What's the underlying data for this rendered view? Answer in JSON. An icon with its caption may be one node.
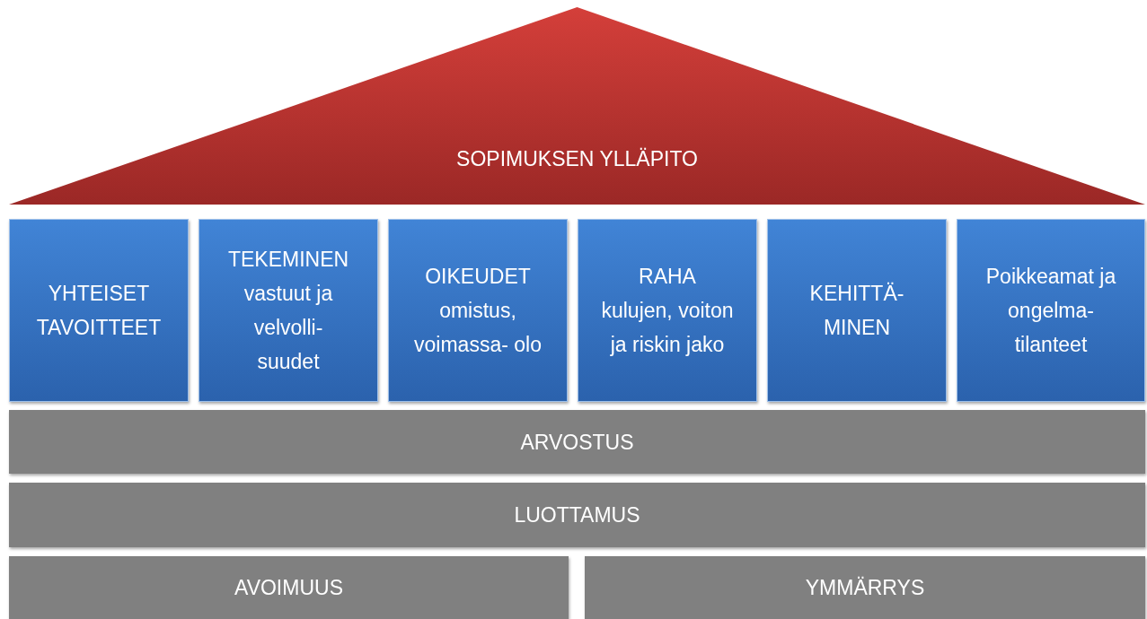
{
  "diagram": {
    "nodes": [
      {
        "text": [
          "SOPIMUKSEN YLLÄPITO"
        ]
      },
      {
        "text": [
          "YHTEISET TAVOITTEET"
        ]
      },
      {
        "text": [
          "TEKEMINEN",
          "vastuut ja velvolli- suudet"
        ]
      },
      {
        "text": [
          "OIKEUDET",
          "omistus, voimassa- olo"
        ]
      },
      {
        "text": [
          "RAHA",
          "kulujen, voiton ja riskin jako"
        ]
      },
      {
        "text": [
          "KEHITTÄ- MINEN"
        ]
      },
      {
        "text": [
          "Poikkeamat ja ongelma- tilanteet"
        ]
      },
      {
        "text": [
          "ARVOSTUS"
        ]
      },
      {
        "text": [
          "LUOTTAMUS"
        ]
      },
      {
        "text": [
          "AVOIMUUS"
        ]
      },
      {
        "text": [
          "YMMÄRRYS"
        ]
      }
    ]
  }
}
